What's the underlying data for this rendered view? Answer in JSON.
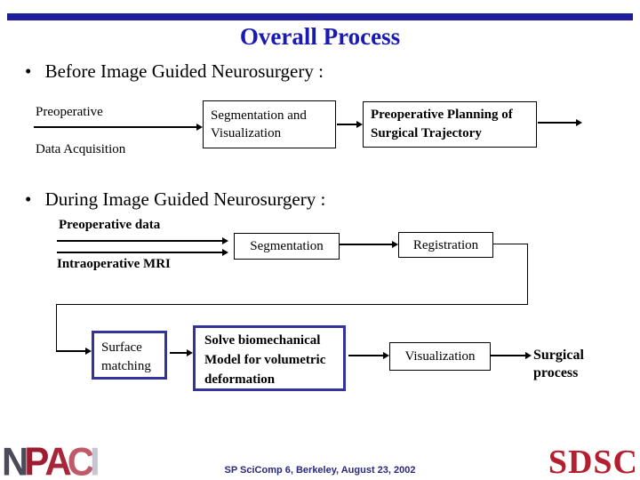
{
  "slide": {
    "title": "Overall Process",
    "bullet1": "Before Image Guided Neurosurgery :",
    "bullet2": "During Image Guided Neurosurgery :",
    "bullet_glyph": "•"
  },
  "before": {
    "source": [
      "Preoperative",
      "Data Acquisition"
    ],
    "seg_box": [
      "Segmentation and",
      "Visualization"
    ],
    "plan_box": [
      "Preoperative Planning of",
      "Surgical Trajectory"
    ]
  },
  "during": {
    "inputs": [
      "Preoperative data",
      "Intraoperative MRI"
    ],
    "seg_box": "Segmentation",
    "reg_box": "Registration",
    "surface_box": [
      "Surface",
      "matching"
    ],
    "biomech_box": [
      "Solve biomechanical",
      "Model for volumetric",
      "deformation"
    ],
    "vis_box": "Visualization",
    "output": [
      "Surgical",
      "process"
    ]
  },
  "footer": {
    "conference": "SP SciComp 6, Berkeley, August 23, 2002",
    "npaci": [
      "N",
      "P",
      "A",
      "C",
      "I"
    ],
    "sdsc": "SDSC"
  },
  "colors": {
    "navy_bar": "#1d1d9e",
    "title_blue": "#1a1ab3",
    "box_border_blue": "#3333a0",
    "logo_red": "#b51e2e",
    "footer_text": "#28287d"
  }
}
